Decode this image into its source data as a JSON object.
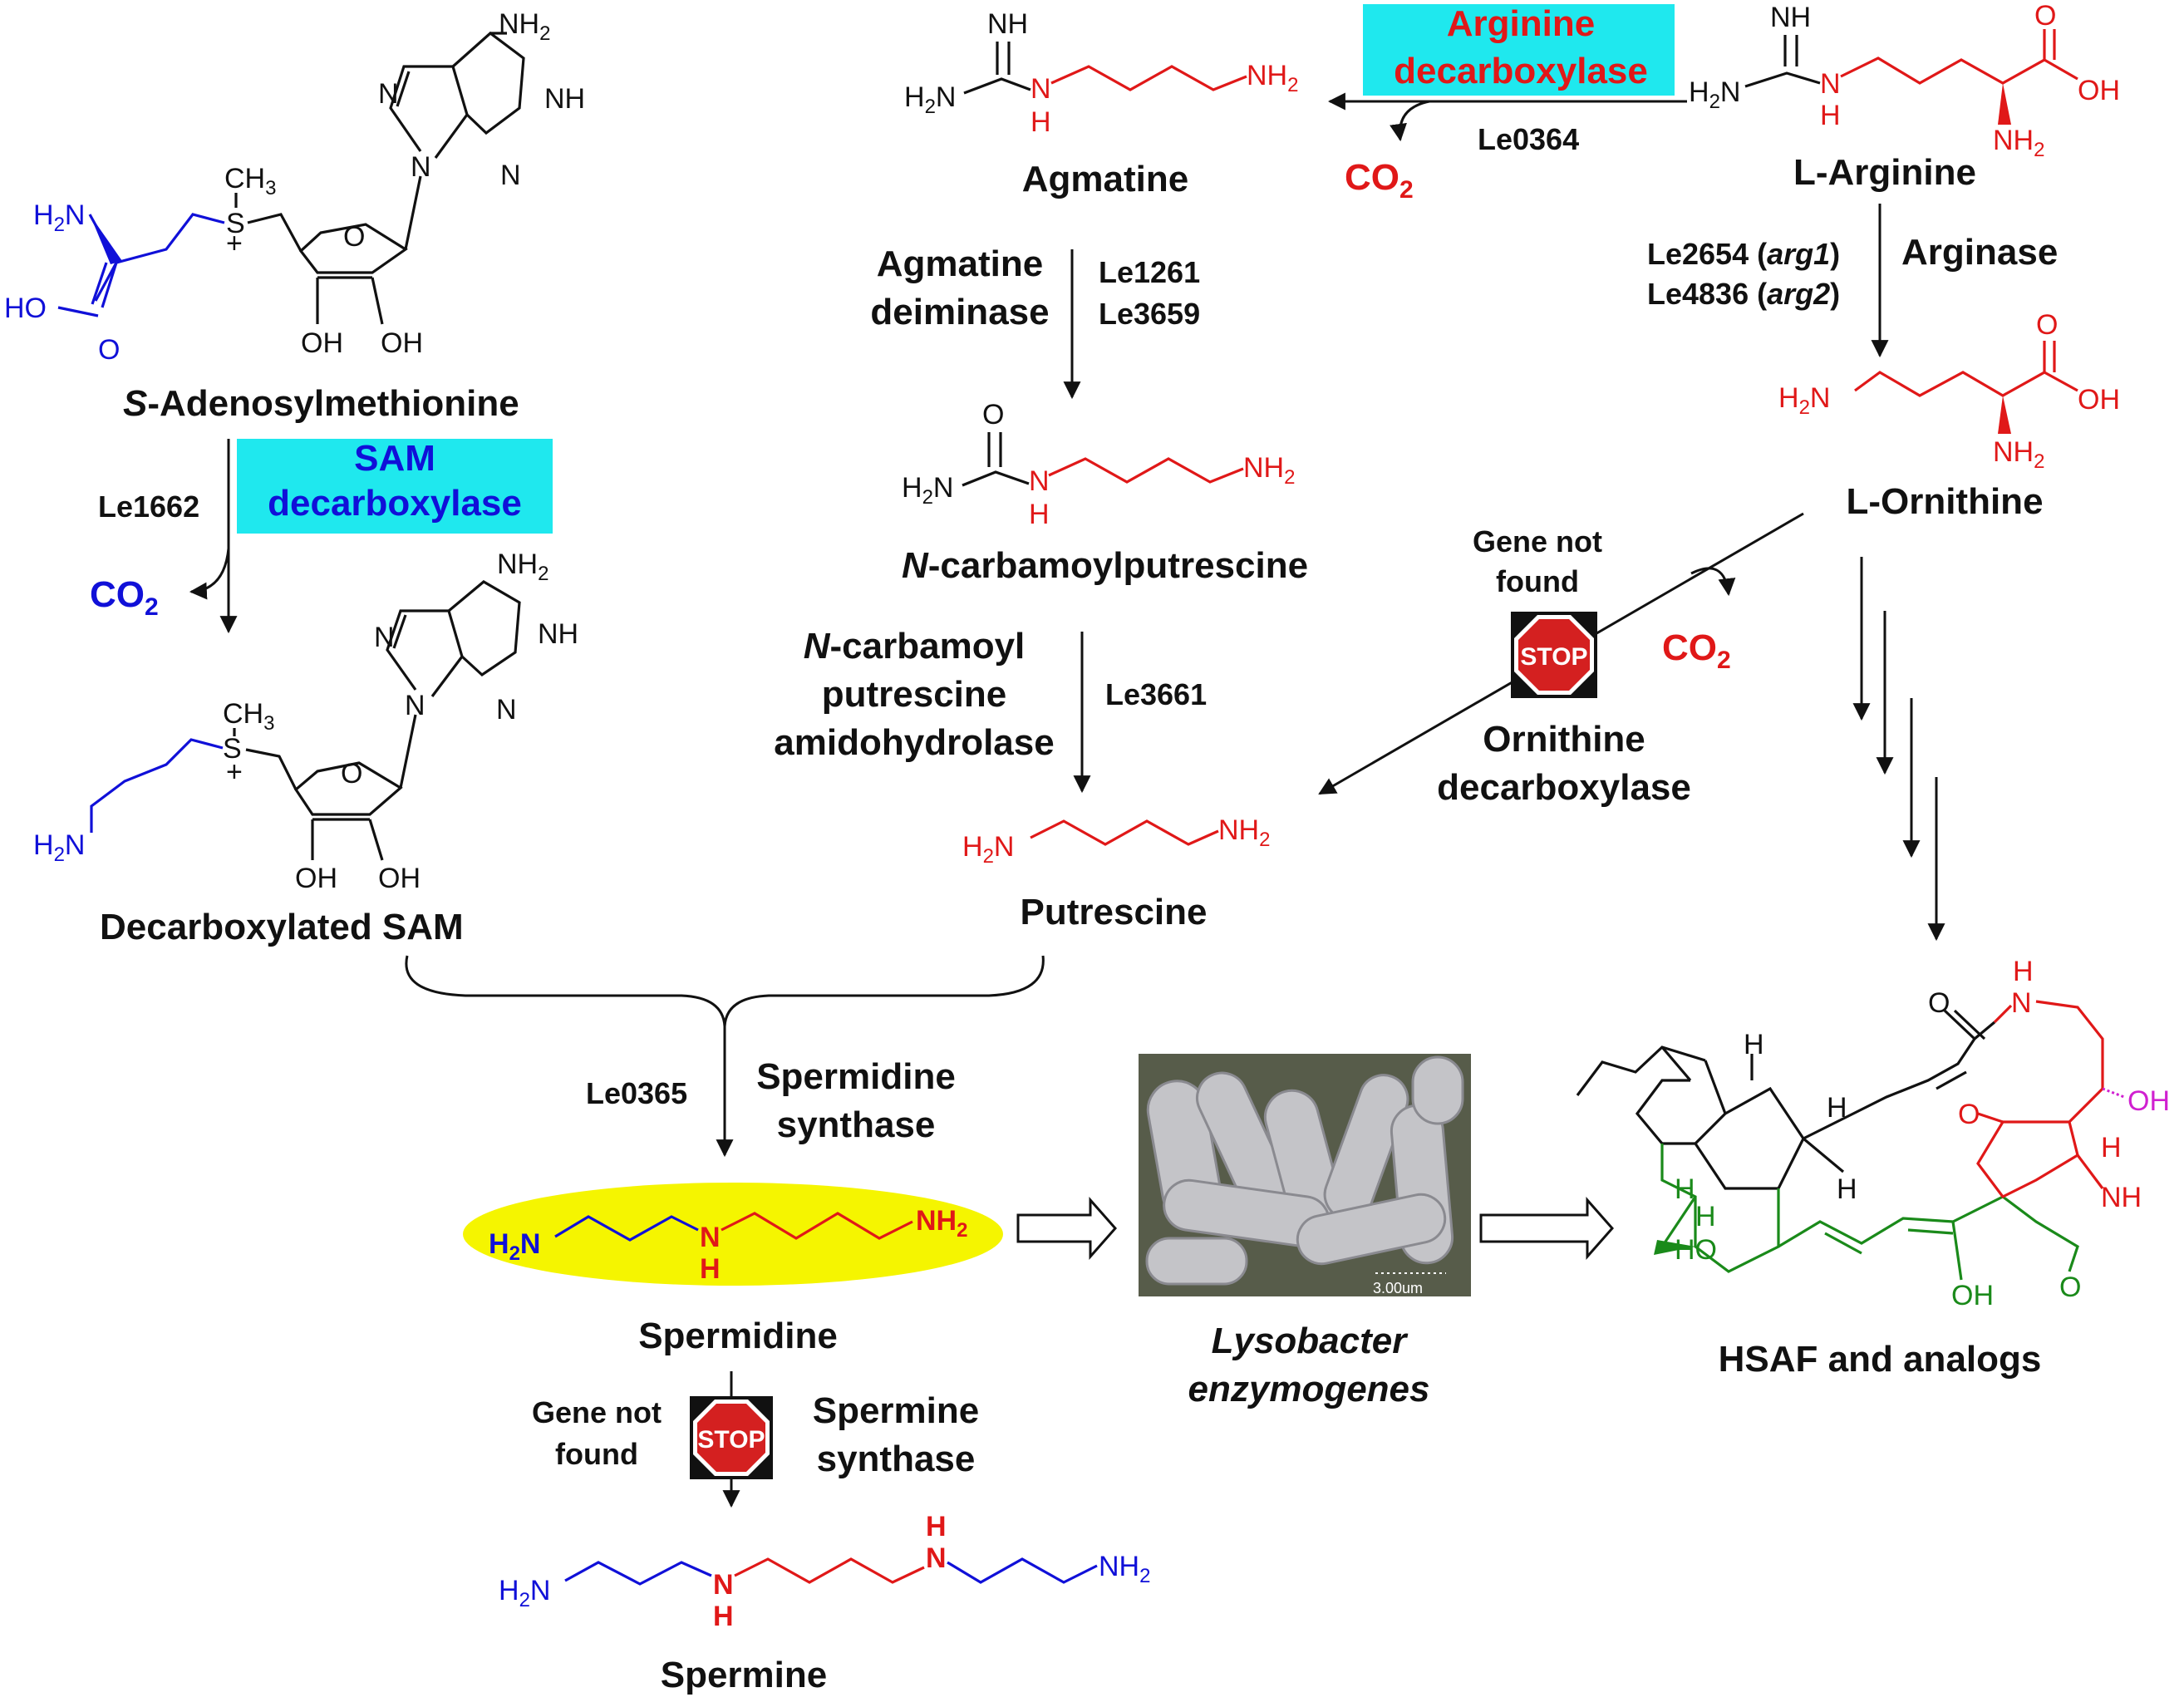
{
  "colors": {
    "black": "#111111",
    "red": "#e01818",
    "blue": "#1010d8",
    "green": "#1a8a1a",
    "magenta": "#d020d0",
    "cyan_box": "#1fe8ee",
    "yellow_oval": "#f5f500",
    "stop_red": "#d42020"
  },
  "compounds": {
    "sam": {
      "prefix": "S",
      "name": "-Adenosylmethionine"
    },
    "dcsam": {
      "name": "Decarboxylated SAM"
    },
    "agmatine": {
      "name": "Agmatine"
    },
    "ncp": {
      "prefix": "N",
      "name": "-carbamoylputrescine"
    },
    "putrescine": {
      "name": "Putrescine"
    },
    "arginine": {
      "name": "L-Arginine"
    },
    "ornithine": {
      "name": "L-Ornithine"
    },
    "spermidine": {
      "name": "Spermidine"
    },
    "spermine": {
      "name": "Spermine"
    },
    "hsaf": {
      "name": "HSAF and analogs"
    },
    "organism": {
      "line1": "Lysobacter",
      "line2": "enzymogenes"
    }
  },
  "enzymes": {
    "sam_dc": {
      "line1": "SAM",
      "line2": "decarboxylase"
    },
    "arg_dc": {
      "line1": "Arginine",
      "line2": "decarboxylase"
    },
    "agm_deim": {
      "line1": "Agmatine",
      "line2": "deiminase"
    },
    "ncp_amido": {
      "line1a": "N",
      "line1b": "-carbamoyl",
      "line2": "putrescine",
      "line3": "amidohydrolase"
    },
    "arginase": {
      "line1": "Arginase"
    },
    "orn_dc": {
      "line1": "Ornithine",
      "line2": "decarboxylase"
    },
    "spd_syn": {
      "line1": "Spermidine",
      "line2": "synthase"
    },
    "spm_syn": {
      "line1": "Spermine",
      "line2": "synthase"
    }
  },
  "genes": {
    "sam_dc": "Le1662",
    "arg_dc": "Le0364",
    "agm_deim_1": "Le1261",
    "agm_deim_2": "Le3659",
    "ncp_amido": "Le3661",
    "arginase_1_id": "Le2654 (",
    "arginase_1_name": "arg1",
    "arginase_2_id": "Le4836 (",
    "arginase_2_name": "arg2",
    "spd_syn": "Le0365",
    "close_paren": ")"
  },
  "co2": {
    "text": "CO",
    "sub": "2"
  },
  "missing": {
    "line1": "Gene not",
    "line2": "found"
  },
  "stop": {
    "text": "STOP"
  },
  "micrograph": {
    "scale": "3.00um"
  },
  "atoms": {
    "nh2_a": "NH",
    "nh2_sub": "2",
    "nh": "NH",
    "n": "N",
    "h": "H",
    "o": "O",
    "s": "S",
    "oh": "OH",
    "ho": "HO",
    "h2n_a": "H",
    "h2n_b": "2",
    "h2n_c": "N",
    "ch3_a": "CH",
    "ch3_b": "3",
    "plus": "+"
  }
}
